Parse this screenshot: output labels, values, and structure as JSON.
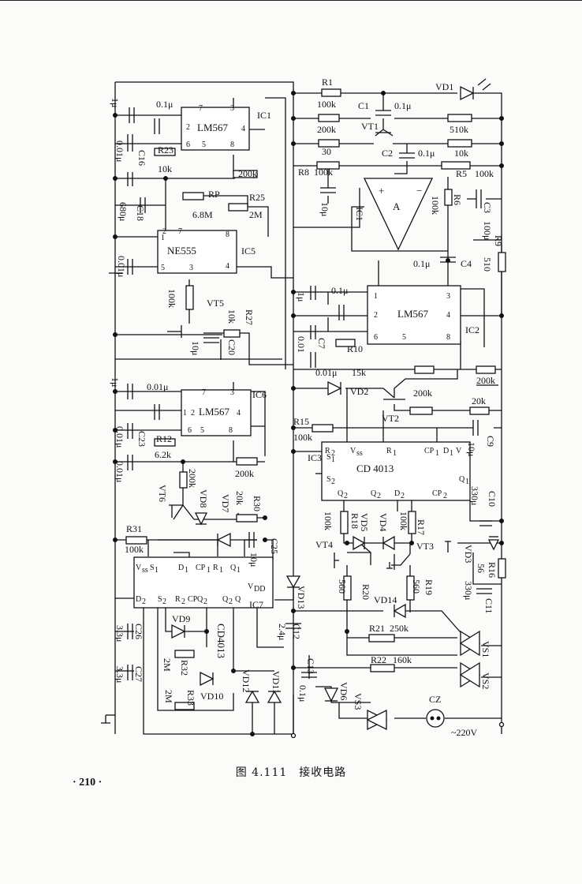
{
  "figure": {
    "caption": "图 4.111　接收电路",
    "page_number": "· 210 ·"
  },
  "ics": {
    "ic1": {
      "label": "IC1",
      "part": "LM567",
      "pins": [
        "7",
        "3",
        "2",
        "4",
        "6",
        "5",
        "8"
      ]
    },
    "ic5": {
      "label": "IC5",
      "part": "NE555",
      "pins": [
        "1",
        "2",
        "7",
        "8",
        "5",
        "3",
        "4"
      ]
    },
    "ic6": {
      "label": "IC6",
      "part": "LM567",
      "pins": [
        "7",
        "3",
        "1",
        "2",
        "6",
        "5",
        "4",
        "8"
      ]
    },
    "ic7": {
      "label": "IC7",
      "part": "CD4013",
      "pins": [
        "Vss",
        "S1",
        "D1",
        "CP1",
        "R1",
        "Q1",
        "D2",
        "S2",
        "R2",
        "Q2",
        "CP2",
        "Q2b",
        "VDD"
      ]
    },
    "ic2": {
      "label": "IC2",
      "part": "LM567",
      "pins": [
        "3",
        "1",
        "2",
        "4",
        "6",
        "5",
        "8"
      ]
    },
    "ic3": {
      "label": "IC3",
      "part": "CD 4013",
      "pins": [
        "R2",
        "Vss",
        "R1",
        "CP1",
        "D1",
        "VDD",
        "Q1",
        "S1",
        "S2",
        "Q2",
        "Q2b",
        "D2",
        "CP2"
      ]
    },
    "opamp": {
      "label": "IC1",
      "symbol": "A"
    }
  },
  "components": {
    "r1": "R1",
    "r1v": "100k",
    "c1": "C1",
    "c1v": "0.1μ",
    "vd1": "VD1",
    "r200a": "200k",
    "vt1": "VT1",
    "r510": "510k",
    "r30": "30",
    "c2": "C2",
    "c2v": "0.1μ",
    "r10k": "10k",
    "r8": "R8",
    "r8v": "100k",
    "r5": "R5",
    "r5v": "100k",
    "c10u": "10μ",
    "r6": "R6",
    "r6v": "100k",
    "c3": "C3",
    "c3v": "100μ",
    "r9": "R9",
    "r9v": "510",
    "c4": "C4",
    "c4v": "0.1μ",
    "c_ic1_a": "1μ",
    "c_ic1_b": "0.1μ",
    "c16": "C16",
    "c16v": "0.01μ",
    "r23": "R23",
    "r23v": "10k",
    "r200b": "200k",
    "rp": "RP",
    "rpv": "6.8M",
    "r25": "R25",
    "r25v": "2M",
    "c18": "C18",
    "c18v": "680μ",
    "c001a": "0.01μ",
    "r100k_vt5": "100k",
    "vt5": "VT5",
    "r27": "R27",
    "r27v": "10k",
    "c20": "C20",
    "c20v": "10μ",
    "c_ic2_a": "1μ",
    "c_ic2_b": "0.1μ",
    "c7": "C7",
    "c7v": "0.01",
    "r10": "R10",
    "c001b": "0.01μ",
    "r15k": "15k",
    "vd2": "VD2",
    "r200c": "200k",
    "r200d": "200k",
    "r20k": "20k",
    "vt2": "VT2",
    "r15": "R15",
    "r15v": "100k",
    "c9": "C9",
    "c9v": "10μ",
    "c_ic6_a": "1μ",
    "c_ic6_b": "0.01μ",
    "c23": "C23",
    "c23v": "0.01μ",
    "c001c": "0.01μ",
    "r12": "R12",
    "r12v": "6.2k",
    "r200e": "200k",
    "r200f": "200k",
    "vt6": "VT6",
    "vd8": "VD8",
    "vd7": "VD7",
    "r30n": "R30",
    "r30v": "20k",
    "r31": "R31",
    "r31v": "100k",
    "c25": "C25",
    "c25v": "10μ",
    "r18": "R18",
    "r18v": "100k",
    "vd5": "VD5",
    "vd4": "VD4",
    "r17": "R17",
    "r17v": "100k",
    "c10": "C10",
    "c10v": "330μ",
    "vd3": "VD3",
    "r16": "R16",
    "r16v": "56",
    "vt4": "VT4",
    "vt3": "VT3",
    "r20": "R20",
    "r20v": "560",
    "r19": "R19",
    "r19v": "560",
    "c11": "C11",
    "c11v": "330μ",
    "vd13": "VD13",
    "vd14": "VD14",
    "r21": "R21",
    "r21v": "250k",
    "vs1": "VS1",
    "r22": "R22",
    "r22v": "160k",
    "vs2": "VS2",
    "c12": "C12",
    "c12v": "2.4μ",
    "c13": "C13",
    "c13v": "0.1μ",
    "vd6": "VD6",
    "vs3": "VS3",
    "cz": "CZ",
    "mains": "~220V",
    "vd9": "VD9",
    "r32": "R32",
    "r32v": "2M",
    "r33": "R33",
    "r33v": "2M",
    "vd10": "VD10",
    "vd12": "VD12",
    "vd11": "VD11",
    "c26": "C26",
    "c26v": "3.3μ",
    "c27": "C27",
    "c27v": "3.3μ"
  }
}
